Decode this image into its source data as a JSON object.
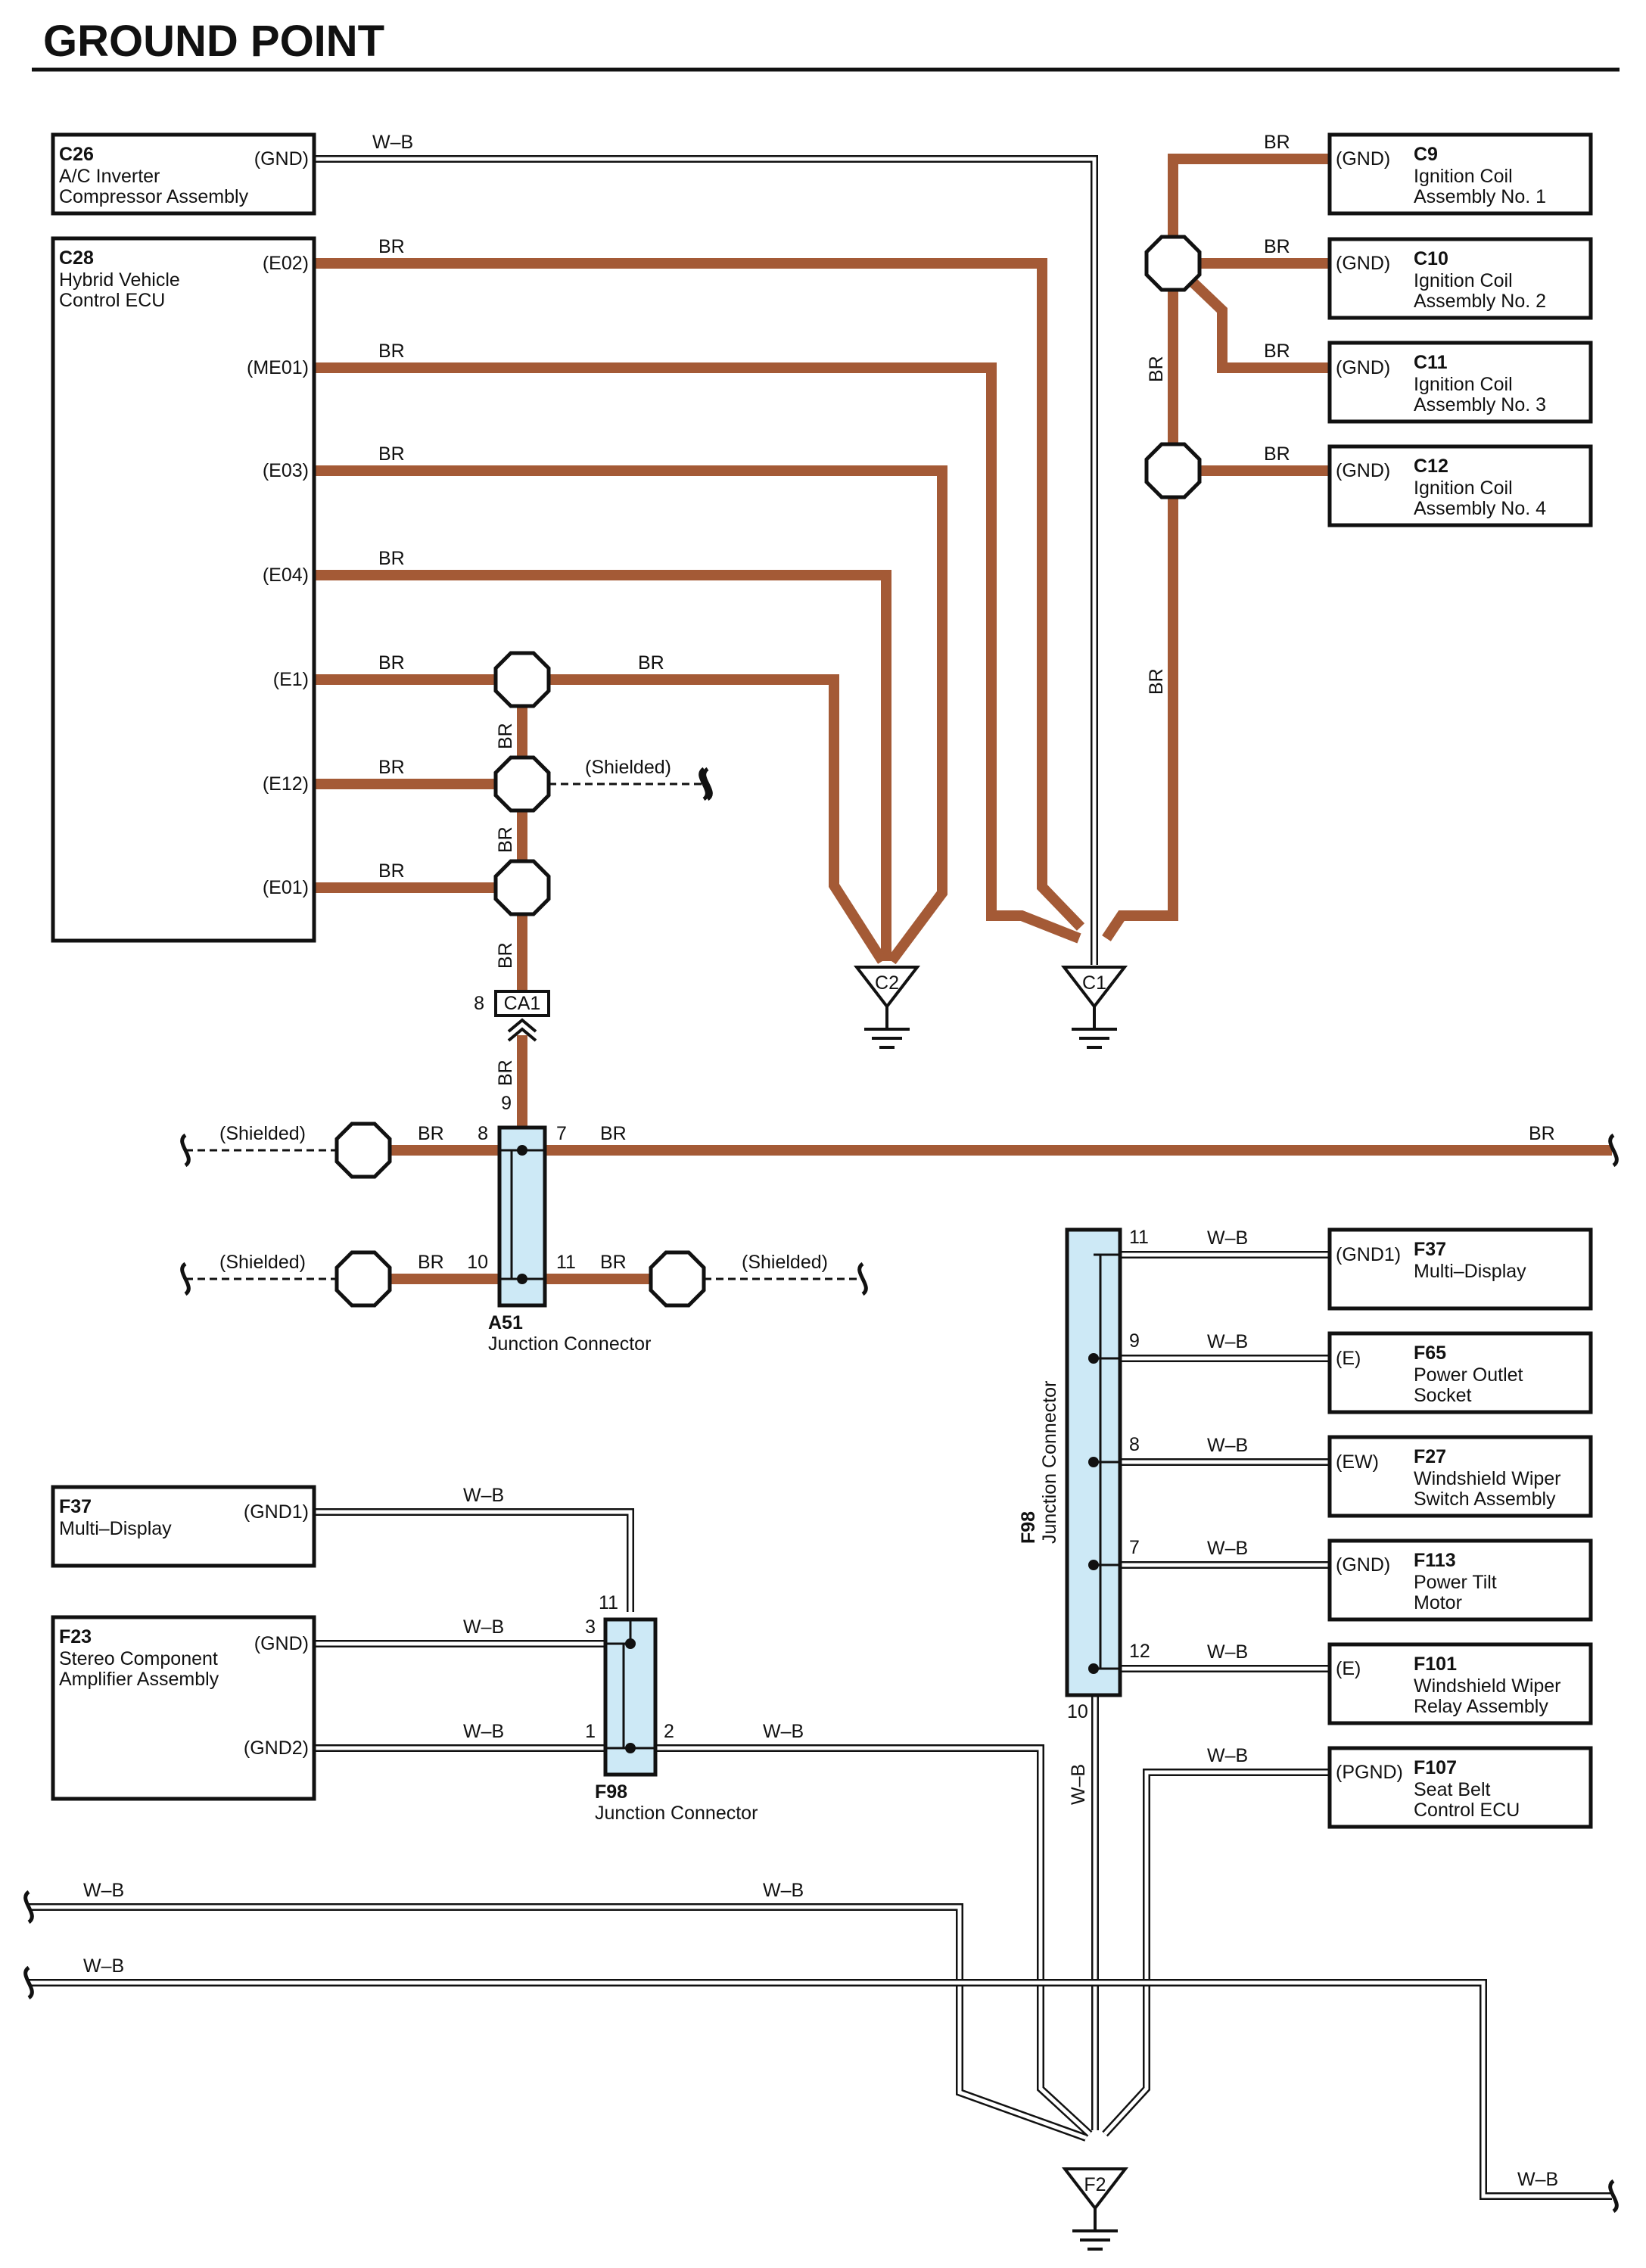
{
  "title": "GROUND POINT",
  "wire_colors": {
    "BR": "#A45A36",
    "W-B": "#111111"
  },
  "wire_labels": {
    "br": "BR",
    "wb": "W–B"
  },
  "shielded_label": "(Shielded)",
  "components": {
    "c26": {
      "code": "C26",
      "name1": "A/C Inverter",
      "name2": "Compressor Assembly",
      "pin_gnd": "(GND)"
    },
    "c28": {
      "code": "C28",
      "name1": "Hybrid Vehicle",
      "name2": "Control ECU",
      "pins": [
        "(E02)",
        "(ME01)",
        "(E03)",
        "(E04)",
        "(E1)",
        "(E12)",
        "(E01)"
      ]
    },
    "c9": {
      "code": "C9",
      "pin": "(GND)",
      "name1": "Ignition Coil",
      "name2": "Assembly No.  1"
    },
    "c10": {
      "code": "C10",
      "pin": "(GND)",
      "name1": "Ignition Coil",
      "name2": "Assembly No.  2"
    },
    "c11": {
      "code": "C11",
      "pin": "(GND)",
      "name1": "Ignition Coil",
      "name2": "Assembly No.  3"
    },
    "c12": {
      "code": "C12",
      "pin": "(GND)",
      "name1": "Ignition Coil",
      "name2": "Assembly No.  4"
    },
    "f37r": {
      "code": "F37",
      "pin": "(GND1)",
      "name1": "Multi–Display",
      "name2": ""
    },
    "f65": {
      "code": "F65",
      "pin": "(E)",
      "name1": "Power Outlet",
      "name2": "Socket"
    },
    "f27": {
      "code": "F27",
      "pin": "(EW)",
      "name1": "Windshield Wiper",
      "name2": "Switch Assembly"
    },
    "f113": {
      "code": "F113",
      "pin": "(GND)",
      "name1": "Power Tilt",
      "name2": "Motor"
    },
    "f101": {
      "code": "F101",
      "pin": "(E)",
      "name1": "Windshield Wiper",
      "name2": "Relay Assembly"
    },
    "f107": {
      "code": "F107",
      "pin": "(PGND)",
      "name1": "Seat Belt",
      "name2": "Control ECU"
    },
    "f37l": {
      "code": "F37",
      "pin": "(GND1)",
      "name1": "Multi–Display"
    },
    "f23": {
      "code": "F23",
      "pin_gnd": "(GND)",
      "pin_gnd2": "(GND2)",
      "name1": "Stereo Component",
      "name2": "Amplifier Assembly"
    }
  },
  "connectors": {
    "ca1": {
      "code": "CA1",
      "pin_top": "8",
      "pin_bottom": "9"
    },
    "a51": {
      "code": "A51",
      "name": "Junction Connector",
      "pins": [
        "8",
        "7",
        "10",
        "11"
      ]
    },
    "f98_right": {
      "code": "F98",
      "name": "Junction Connector",
      "pins": [
        "11",
        "9",
        "8",
        "7",
        "12",
        "10"
      ]
    },
    "f98_left": {
      "code": "F98",
      "name": "Junction Connector",
      "pins": [
        "11",
        "3",
        "1",
        "2"
      ]
    }
  },
  "grounds": {
    "c2": "C2",
    "c1": "C1",
    "f2": "F2"
  }
}
